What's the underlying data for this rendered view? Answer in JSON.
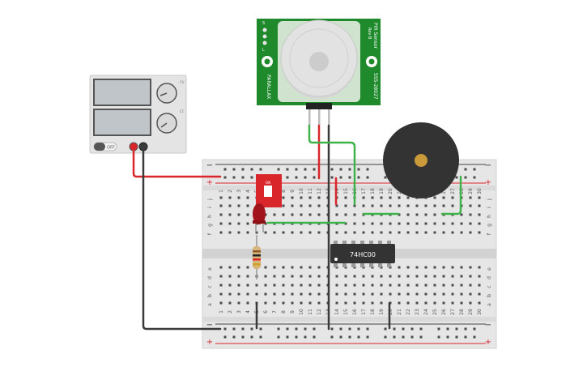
{
  "power_supply": {
    "off_label": "OFF",
    "knob_labels": [
      "CV",
      "CC"
    ],
    "colors": {
      "body": "#e4e4e4",
      "display": "#bfc5c8",
      "knob": "#d9d9d9"
    }
  },
  "pir_sensor": {
    "title": "PIR Sensor",
    "revision": "Rev B",
    "part_number": "555-28027",
    "brand": "PARALLAX",
    "pin_labels": [
      "S",
      "L"
    ],
    "colors": {
      "board": "#1e8a2c",
      "lens": "#e2e2e2"
    }
  },
  "breadboard": {
    "rail_plus": "+",
    "rail_minus": "−",
    "column_numbers": [
      "1",
      "2",
      "3",
      "4",
      "5",
      "6",
      "7",
      "8",
      "9",
      "10",
      "11",
      "12",
      "13",
      "14",
      "15",
      "16",
      "17",
      "18",
      "19",
      "20",
      "21",
      "22",
      "23",
      "24",
      "25",
      "26",
      "27",
      "28",
      "29",
      "30"
    ],
    "top_row_letters": [
      "j",
      "i",
      "h",
      "g",
      "f"
    ],
    "bottom_row_letters": [
      "e",
      "d",
      "c",
      "b",
      "a"
    ]
  },
  "ic_chip": {
    "label": "74HC00"
  },
  "dip_switch": {
    "label": "ON"
  },
  "buzzer": {
    "colors": {
      "body": "#333333",
      "center": "#c9993a"
    }
  },
  "wire_colors": {
    "red": "#d9262b",
    "black": "#3a3a3a",
    "green": "#3fb34a"
  }
}
